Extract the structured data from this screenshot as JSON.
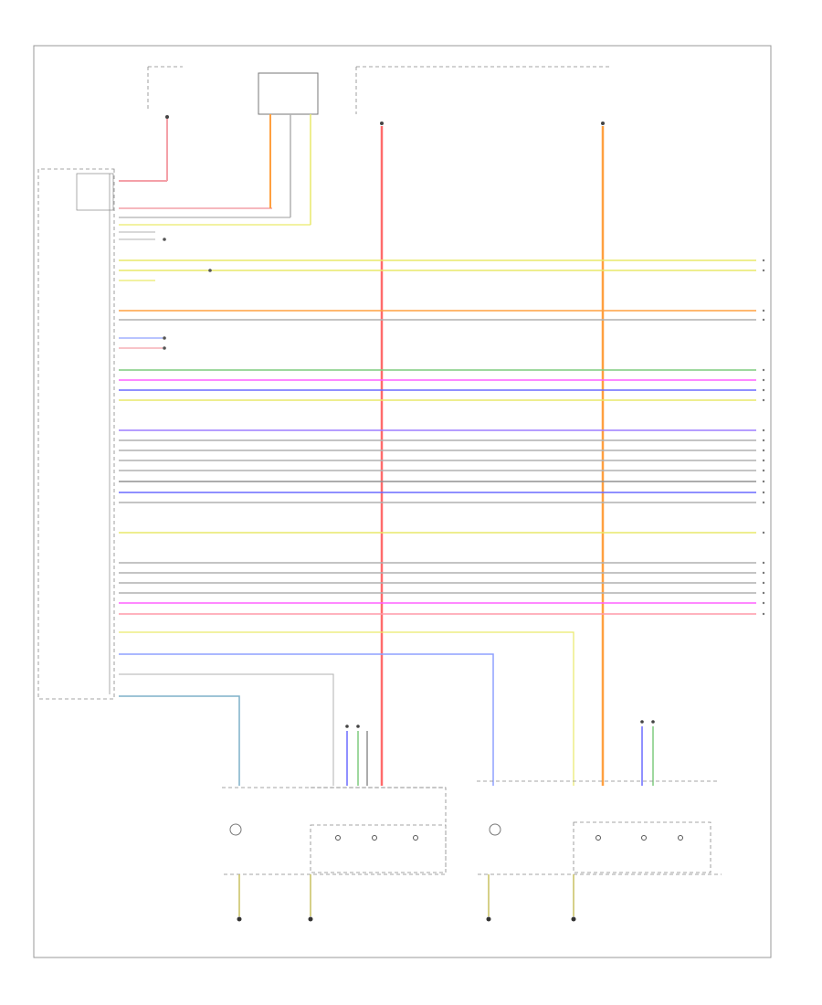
{
  "wire_colors": {
    "red": "#ff6b6b",
    "light_red": "#f4a0a8",
    "orange": "#ffa040",
    "yellow": "#e9e96a",
    "gray": "#b0b0b0",
    "dark_gray": "#909090",
    "green": "#7ecb7e",
    "blue": "#6a6aff",
    "light_blue": "#8fa0ff",
    "magenta": "#ff60ff",
    "pink": "#ff9aa8",
    "violet": "#9e7dff"
  },
  "horizontal_wires": [
    {
      "color": "yellow"
    },
    {
      "color": "yellow"
    },
    {
      "color": "orange"
    },
    {
      "color": "gray"
    },
    {
      "color": "green"
    },
    {
      "color": "magenta"
    },
    {
      "color": "blue"
    },
    {
      "color": "yellow"
    },
    {
      "color": "violet"
    },
    {
      "color": "gray"
    },
    {
      "color": "gray"
    },
    {
      "color": "gray"
    },
    {
      "color": "gray"
    },
    {
      "color": "dark_gray"
    },
    {
      "color": "blue"
    },
    {
      "color": "gray"
    },
    {
      "color": "yellow"
    },
    {
      "color": "gray"
    },
    {
      "color": "gray"
    },
    {
      "color": "gray"
    },
    {
      "color": "gray"
    },
    {
      "color": "magenta"
    },
    {
      "color": "pink"
    }
  ]
}
